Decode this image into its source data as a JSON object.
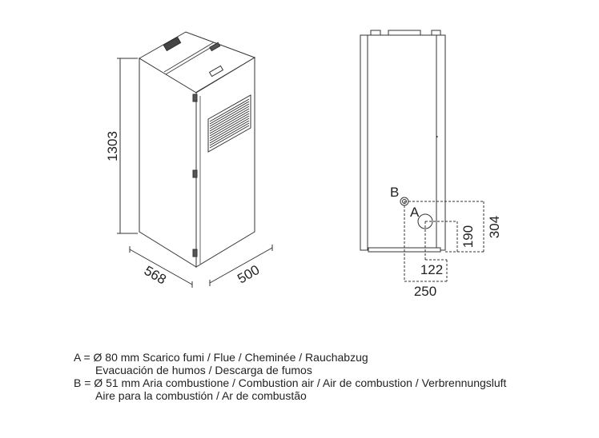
{
  "dimensions": {
    "height": "1303",
    "depth": "568",
    "width": "500",
    "flue_height": "190",
    "air_height": "304",
    "flue_offset": "122",
    "air_offset": "250"
  },
  "markers": {
    "flue": "A",
    "air": "B"
  },
  "legend": {
    "a_line1": "A = Ø 80 mm  Scarico fumi / Flue / Cheminée / Rauchabzug",
    "a_line2": "Evacuación de humos / Descarga de fumos",
    "b_line1": "B = Ø 51 mm  Aria combustione / Combustion air / Air de combustion / Verbrennungsluft",
    "b_line2": "Aire para la combustión / Ar de combustão"
  }
}
